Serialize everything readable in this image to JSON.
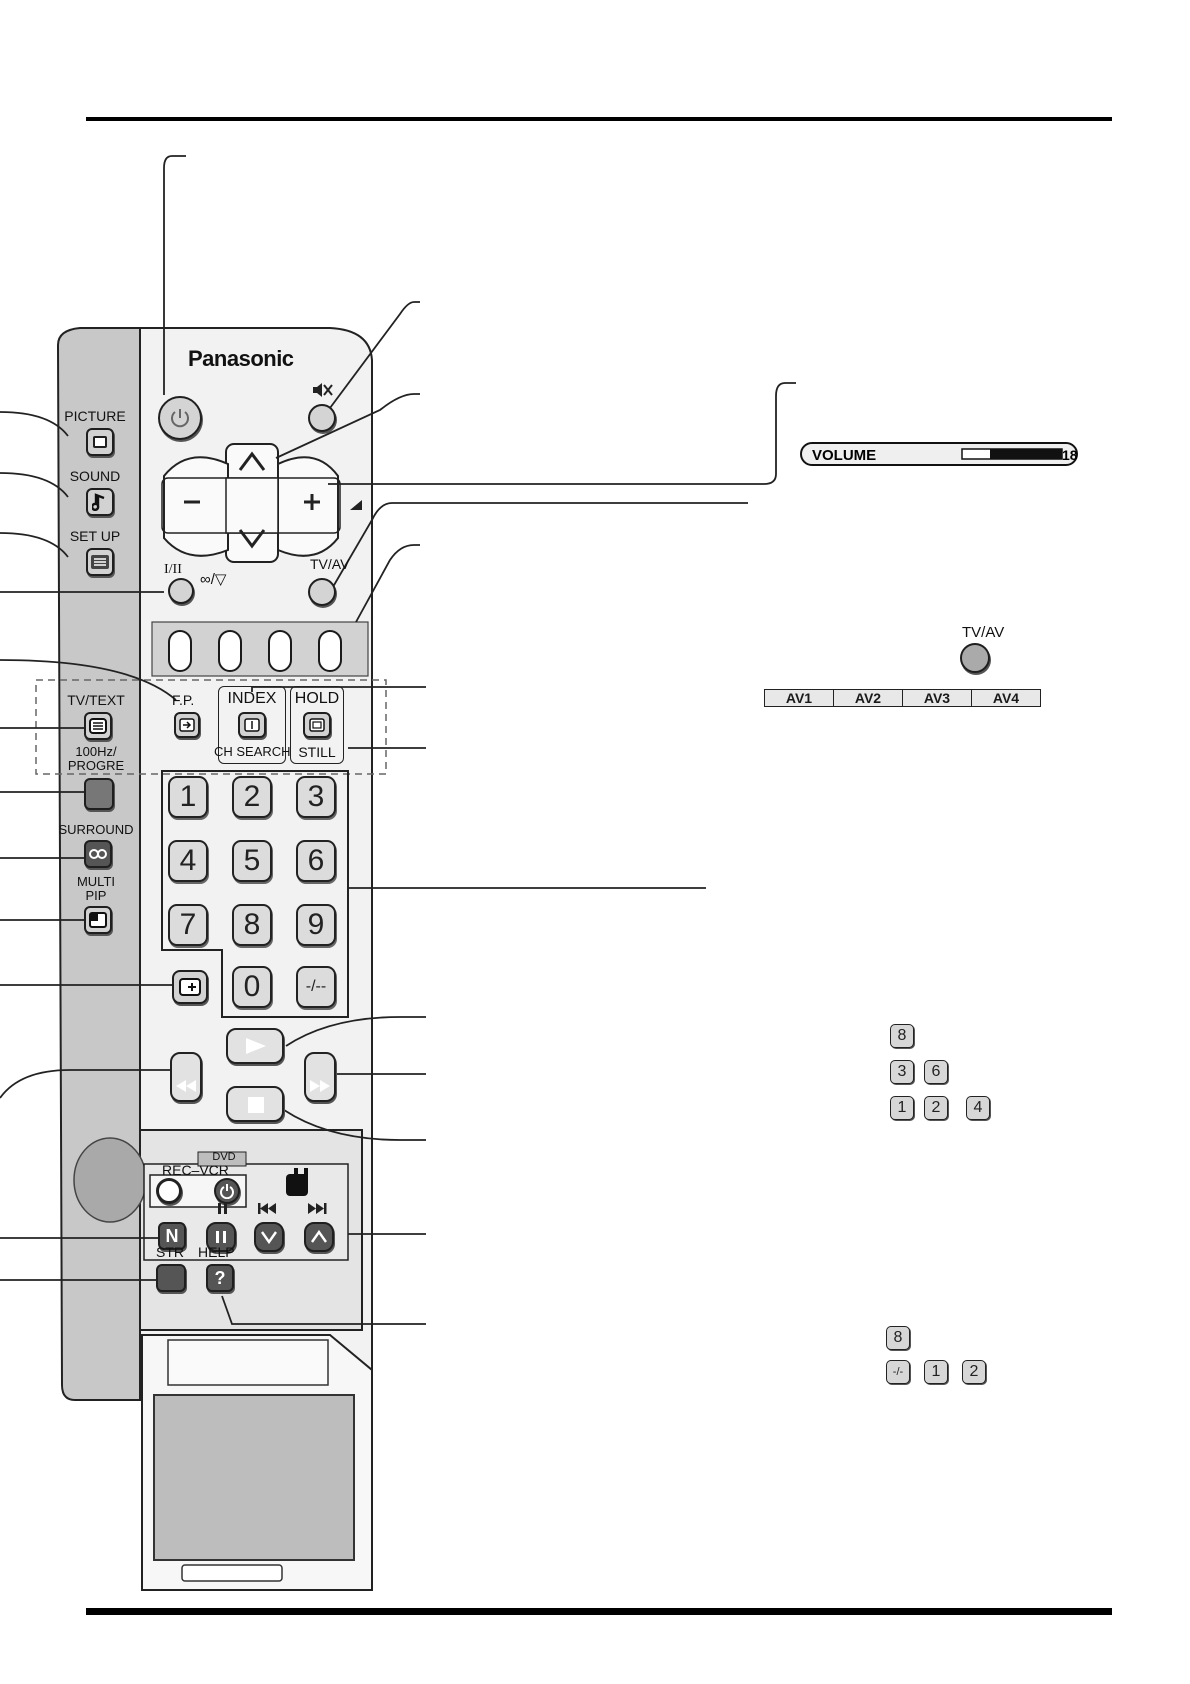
{
  "brand": "Panasonic",
  "left_panel": {
    "picture_label": "PICTURE",
    "sound_label": "SOUND",
    "setup_label": "SET UP",
    "tvtext_label": "TV/TEXT",
    "hz_label_1": "100Hz/",
    "hz_label_2": "PROGRE",
    "surround_label": "SURROUND",
    "multi_label": "MULTI",
    "pip_label": "PIP"
  },
  "main_panel": {
    "dual_label": "I/II",
    "surround_symbol": "∞/▽",
    "tvav_label": "TV/AV",
    "fp_label": "F.P.",
    "index_label": "INDEX",
    "chsearch_label": "CH SEARCH",
    "hold_label": "HOLD",
    "still_label": "STILL",
    "keypad": [
      "1",
      "2",
      "3",
      "4",
      "5",
      "6",
      "7",
      "8",
      "9",
      "0",
      "-/--"
    ],
    "dvd_label": "DVD",
    "recvcr_label": "REC–VCR",
    "n_label": "N",
    "str_label": "STR",
    "help_label": "HELP",
    "help_glyph": "?"
  },
  "volume_osd": {
    "label": "VOLUME",
    "value": "18",
    "level_fraction": 0.28
  },
  "tvav_osd": {
    "button_label": "TV/AV",
    "inputs": [
      "AV1",
      "AV2",
      "AV3",
      "AV4"
    ]
  },
  "example_keys_1": {
    "row1": [
      "8"
    ],
    "row2": [
      "3",
      "6"
    ],
    "row3": [
      "1",
      "2",
      "4"
    ]
  },
  "example_keys_2": {
    "row1": [
      "8"
    ],
    "row2": [
      "-/-",
      "1",
      "2"
    ]
  }
}
